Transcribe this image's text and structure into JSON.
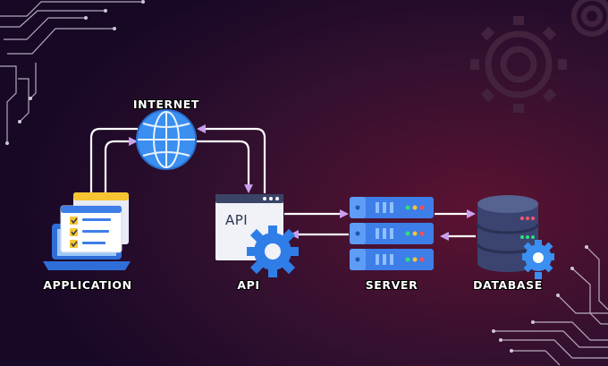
{
  "diagram": {
    "nodes": {
      "internet": {
        "label": "INTERNET",
        "icon": "globe-icon"
      },
      "application": {
        "label": "APPLICATION",
        "icon": "app-checklist-icon"
      },
      "api": {
        "label": "API",
        "icon": "api-window-gear-icon",
        "window_text": "API"
      },
      "server": {
        "label": "SERVER",
        "icon": "server-rack-icon"
      },
      "database": {
        "label": "DATABASE",
        "icon": "database-gear-icon"
      }
    },
    "edges": [
      {
        "from": "application",
        "to": "internet"
      },
      {
        "from": "internet",
        "to": "application"
      },
      {
        "from": "internet",
        "to": "api"
      },
      {
        "from": "api",
        "to": "internet"
      },
      {
        "from": "api",
        "to": "server"
      },
      {
        "from": "server",
        "to": "api"
      },
      {
        "from": "server",
        "to": "database"
      },
      {
        "from": "database",
        "to": "server"
      }
    ],
    "colors": {
      "background_dark": "#1a0a28",
      "background_accent": "#5a1030",
      "arrow": "#ffffff",
      "arrow_head": "#c9a0f0",
      "globe": "#3a8ff0",
      "gear": "#3a8ff0",
      "server_blue": "#3d7ee8",
      "database_navy": "#3b4470",
      "checkbox_yellow": "#f6c531"
    }
  }
}
